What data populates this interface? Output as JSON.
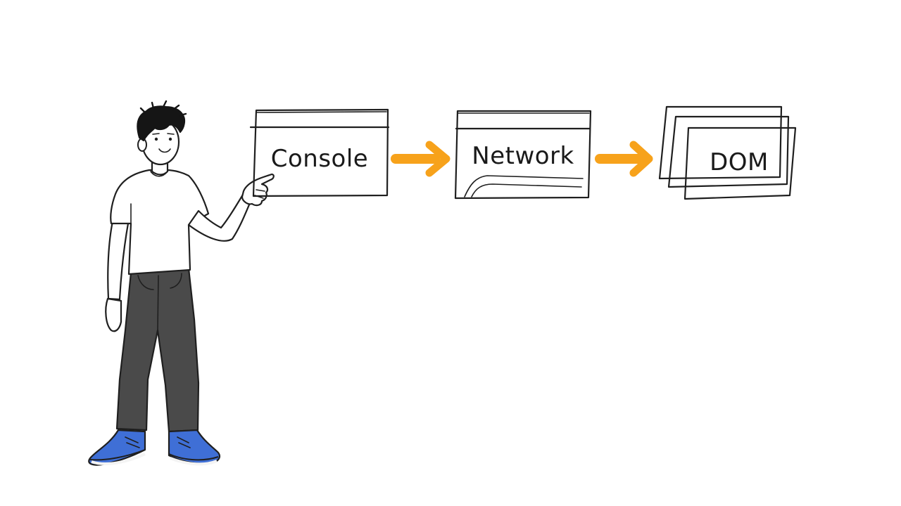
{
  "diagram": {
    "steps": [
      {
        "label": "Console"
      },
      {
        "label": "Network"
      },
      {
        "label": "DOM"
      }
    ]
  },
  "colors": {
    "ink": "#1f1f1f",
    "arrow": "#f7a21b",
    "shirt": "#ffffff",
    "pants": "#4a4a4a",
    "shoes": "#3f6fd6",
    "hair": "#151515",
    "background": "#ffffff"
  },
  "icons": {
    "console_panel": "window-panel-icon",
    "network_panel": "network-graph-panel-icon",
    "dom_panel": "stacked-pages-icon",
    "flow_arrow": "arrow-right-icon",
    "person": "person-pointing-illustration"
  }
}
